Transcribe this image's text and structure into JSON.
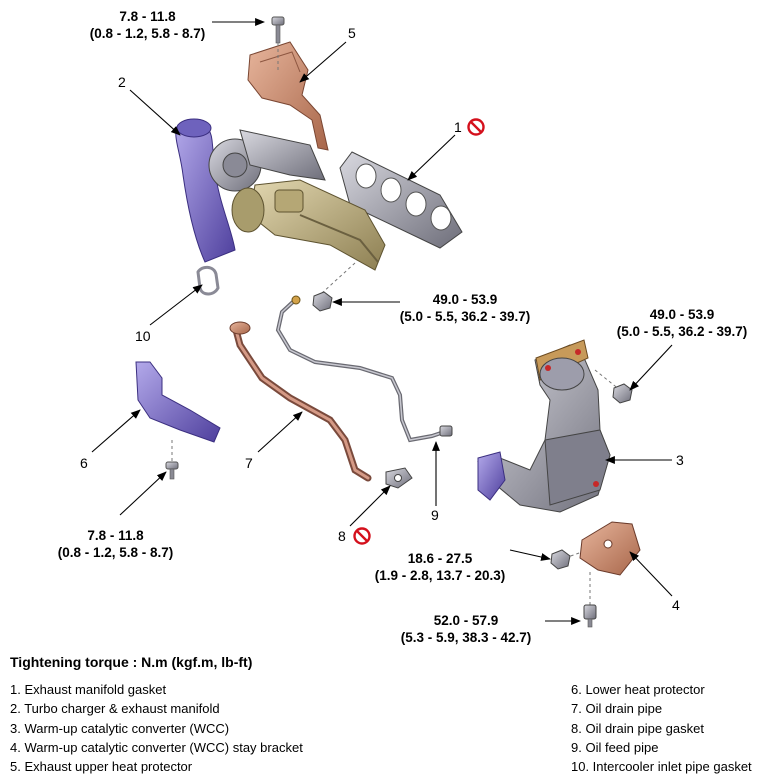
{
  "callout_numbers": [
    "1",
    "2",
    "3",
    "4",
    "5",
    "6",
    "7",
    "8",
    "9",
    "10"
  ],
  "torques": {
    "top": {
      "line1": "7.8 - 11.8",
      "line2": "(0.8 - 1.2, 5.8 - 8.7)"
    },
    "middle": {
      "line1": "49.0 - 53.9",
      "line2": "(5.0 - 5.5, 36.2 - 39.7)"
    },
    "right": {
      "line1": "49.0 - 53.9",
      "line2": "(5.0 - 5.5, 36.2 - 39.7)"
    },
    "left": {
      "line1": "7.8 - 11.8",
      "line2": "(0.8 - 1.2, 5.8 - 8.7)"
    },
    "bracket": {
      "line1": "18.6 - 27.5",
      "line2": "(1.9 - 2.8, 13.7 - 20.3)"
    },
    "bottom": {
      "line1": "52.0 - 57.9",
      "line2": "(5.3 - 5.9, 38.3 - 42.7)"
    }
  },
  "legend_title": "Tightening torque : N.m (kgf.m, lb-ft)",
  "legend_left": [
    "1. Exhaust manifold gasket",
    "2. Turbo charger & exhaust manifold",
    "3. Warm-up catalytic converter (WCC)",
    "4. Warm-up catalytic converter (WCC) stay bracket",
    "5. Exhaust upper heat protector"
  ],
  "legend_right": [
    "6. Lower heat protector",
    "7. Oil drain pipe",
    "8. Oil drain pipe gasket",
    "9. Oil feed pipe",
    "10. Intercooler inlet pipe gasket"
  ],
  "colors": {
    "do_not_reuse": "#d4101c",
    "copper": "#c98a6c",
    "purple": "#7a6cc8",
    "metal": "#9a9aa6",
    "gold": "#c9b98a"
  },
  "icons": [
    "do-not-reuse-icon"
  ]
}
